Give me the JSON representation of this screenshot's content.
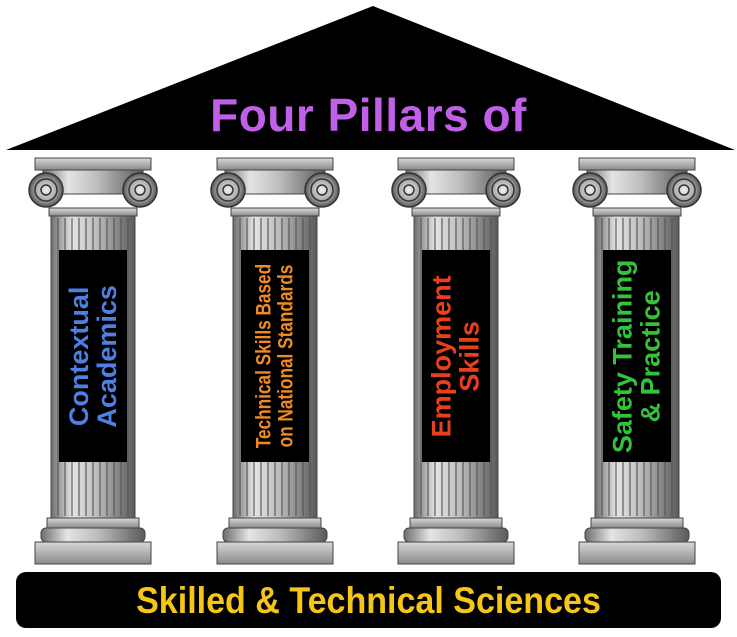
{
  "title": "Four Pillars of",
  "base_label": "Skilled & Technical Sciences",
  "colors": {
    "title": "#c060e8",
    "base_text": "#f5c518",
    "roof": "#000000",
    "base": "#000000"
  },
  "pillars": [
    {
      "lines": [
        "Contextual",
        "Academics"
      ],
      "color": "#4f7fe0"
    },
    {
      "lines": [
        "Technical Skills Based",
        "on National Standards"
      ],
      "color": "#f08a24"
    },
    {
      "lines": [
        "Employment",
        "Skills"
      ],
      "color": "#e8401c"
    },
    {
      "lines": [
        "Safety Training",
        "& Practice"
      ],
      "color": "#33c23a"
    }
  ]
}
